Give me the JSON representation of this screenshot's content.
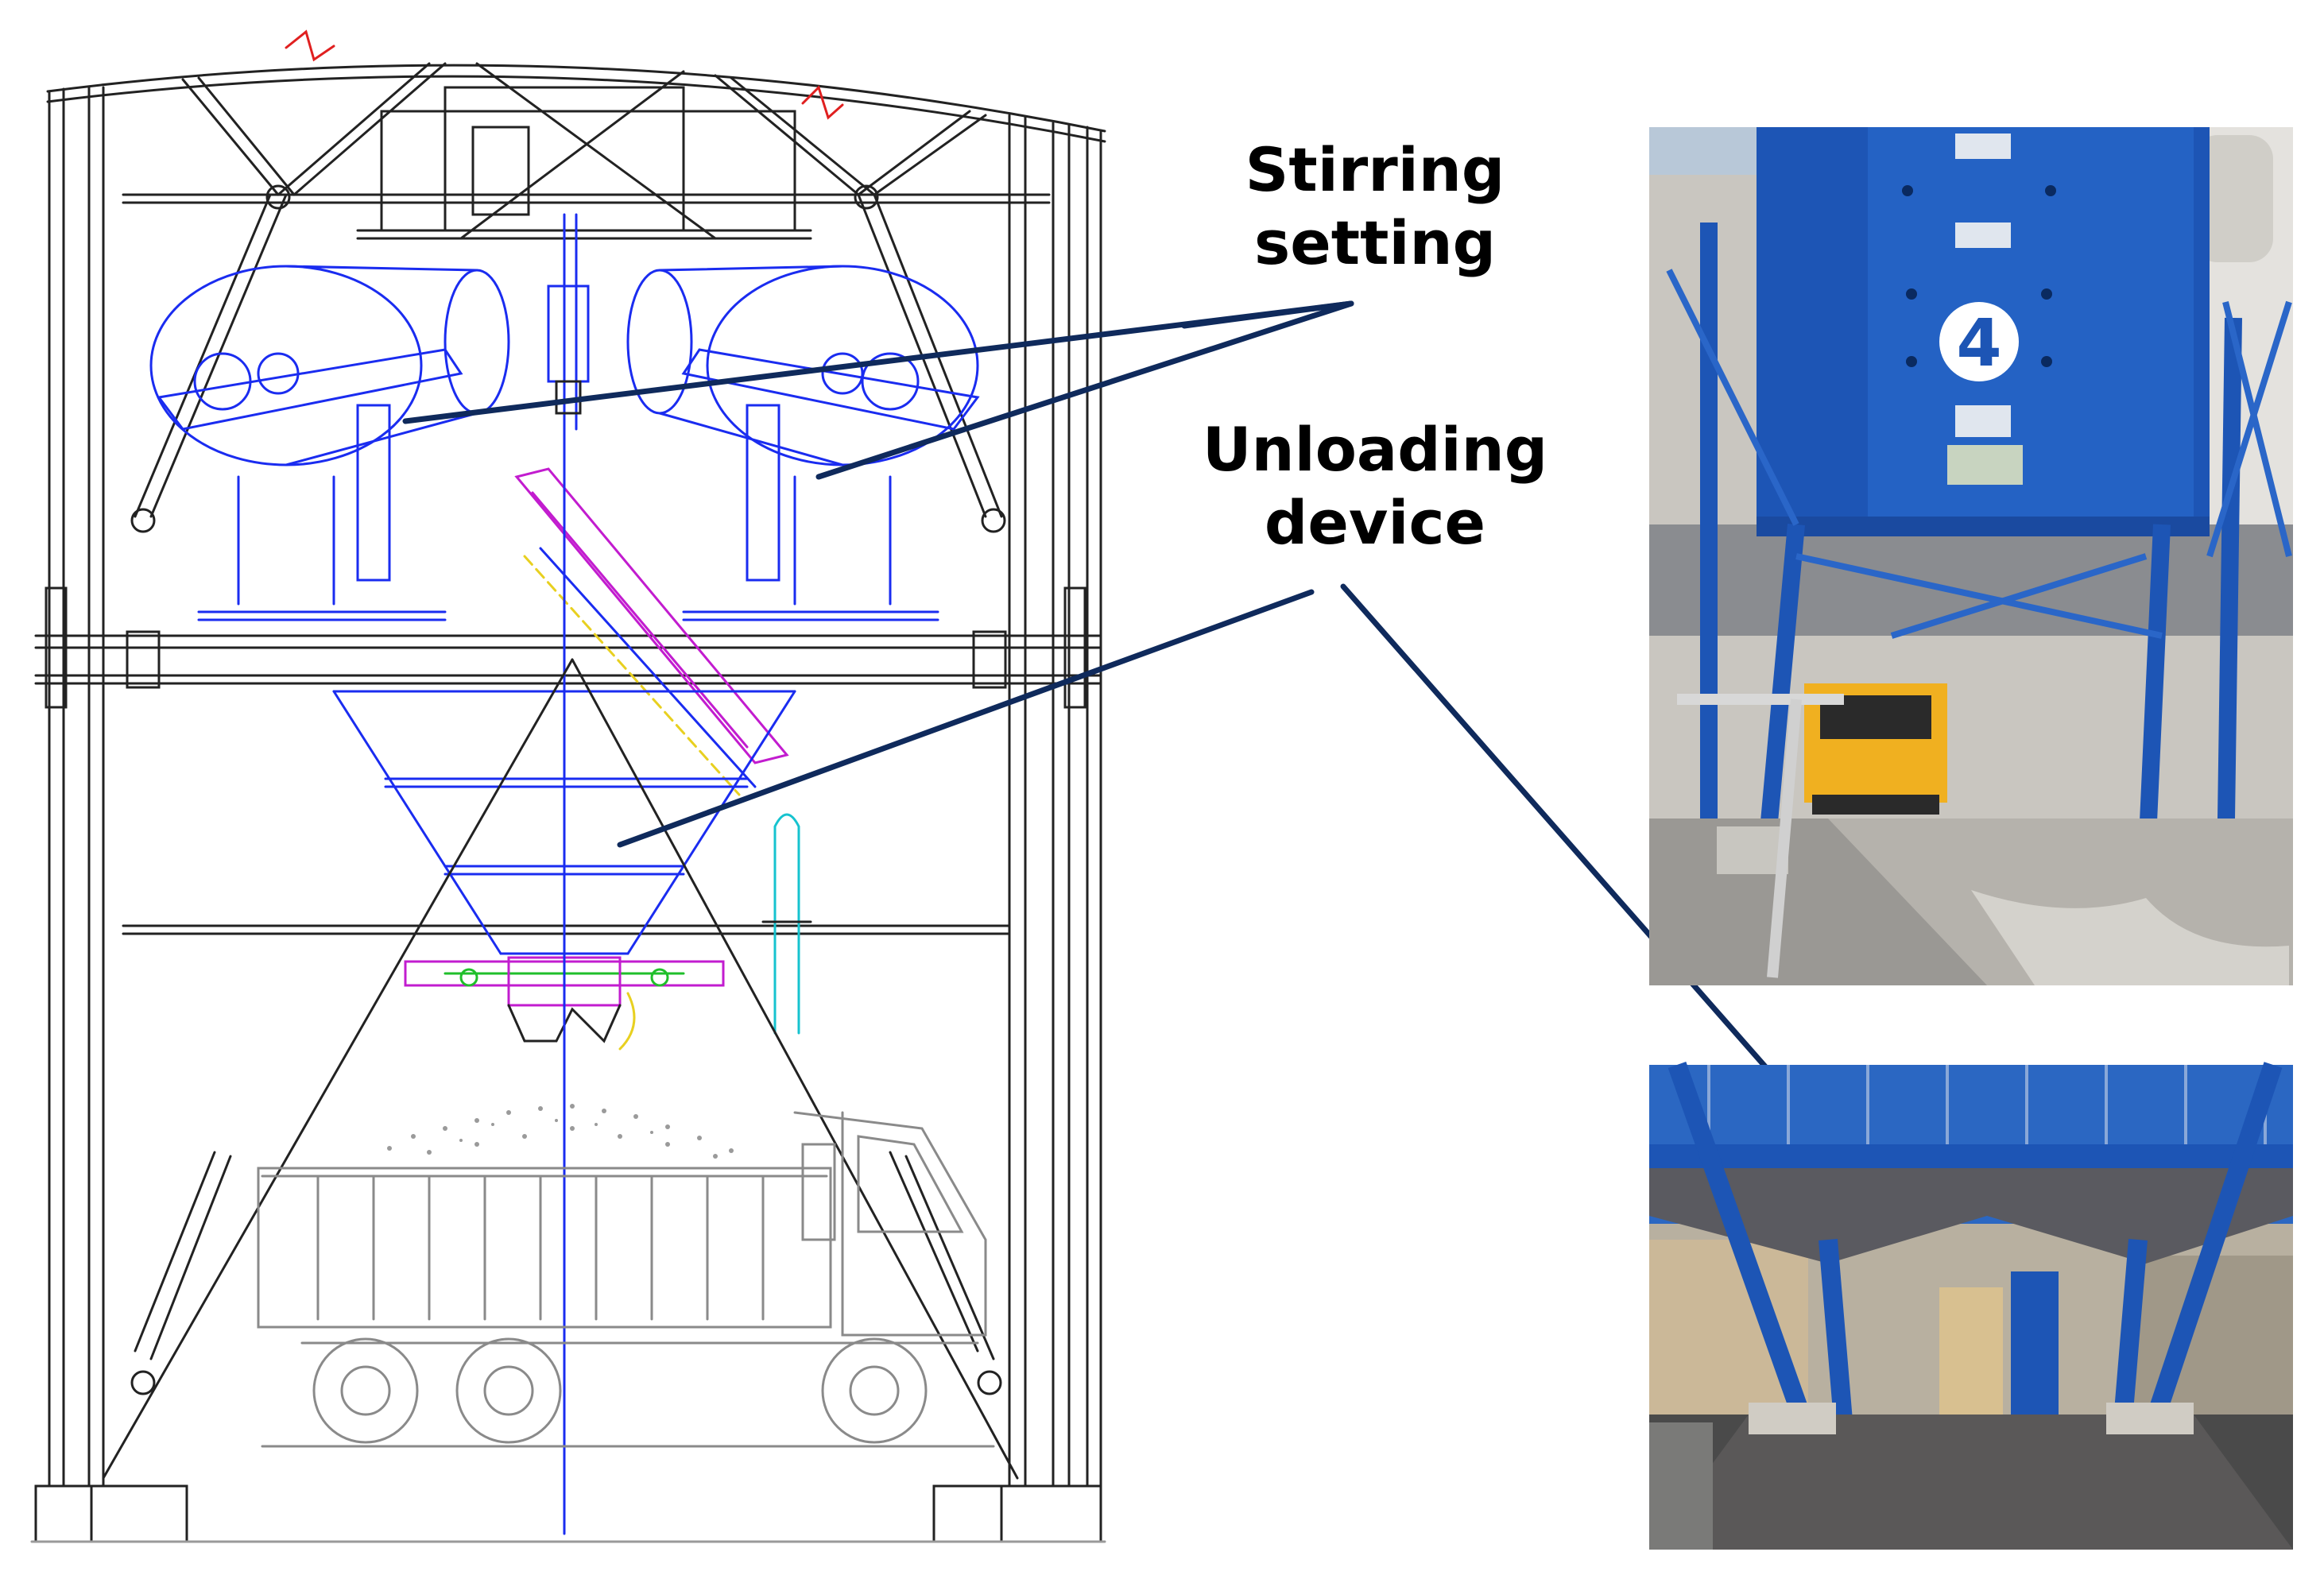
{
  "labels": {
    "stirring_line1": "Stirring",
    "stirring_line2": "setting",
    "unloading_line1": "Unloading",
    "unloading_line2": "device"
  },
  "photo_top": {
    "tower_number": "4"
  },
  "colors": {
    "leader_line": "#0f2a5c",
    "drawing_black": "#222222",
    "drawing_blue": "#1a2cf0",
    "drawing_magenta": "#c21ccf",
    "drawing_yellow": "#e8d020",
    "drawing_cyan": "#16c3cf",
    "drawing_green": "#1fbf2a",
    "truck_grey": "#8a8a8a",
    "tower_blue": "#1d55b5",
    "truck_yellow": "#f0b020"
  }
}
